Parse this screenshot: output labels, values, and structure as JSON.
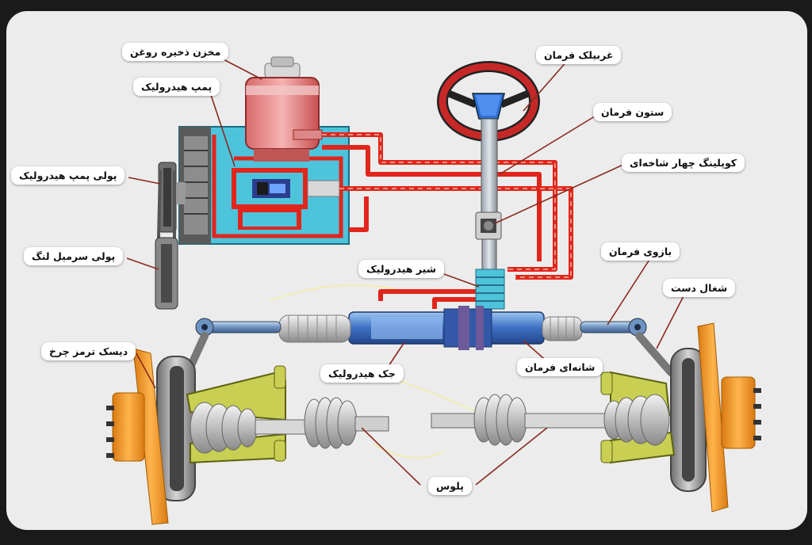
{
  "labels": {
    "reservoir": "مخزن ذخیره روغن",
    "pump": "پمپ هیدرولیک",
    "steering_wheel": "غربیلک فرمان",
    "steering_column": "ستون فرمان",
    "universal_joint": "کوپلینگ چهار شاخه‌ای",
    "pump_pulley": "پولی پمپ هیدرولیک",
    "crank_pulley": "پولی سرمیل لنگ",
    "hydraulic_valve": "شیر هیدرولیک",
    "tie_rod": "بازوی فرمان",
    "knuckle": "شغال دست",
    "brake_disc": "دیسک ترمز چرخ",
    "hydraulic_jack": "جک هیدرولیک",
    "rack": "شانه‌ای فرمان",
    "axle": "پلوس"
  },
  "colors": {
    "fluid_line": "#e0261b",
    "reservoir": "#e88a8a",
    "pump_body": "#4ec3dc",
    "steering_rack": "#5f8fd6",
    "suspension_arm": "#c9cf52",
    "hub": "#f29a2e",
    "wheel_rim": "#8a8a8a"
  }
}
